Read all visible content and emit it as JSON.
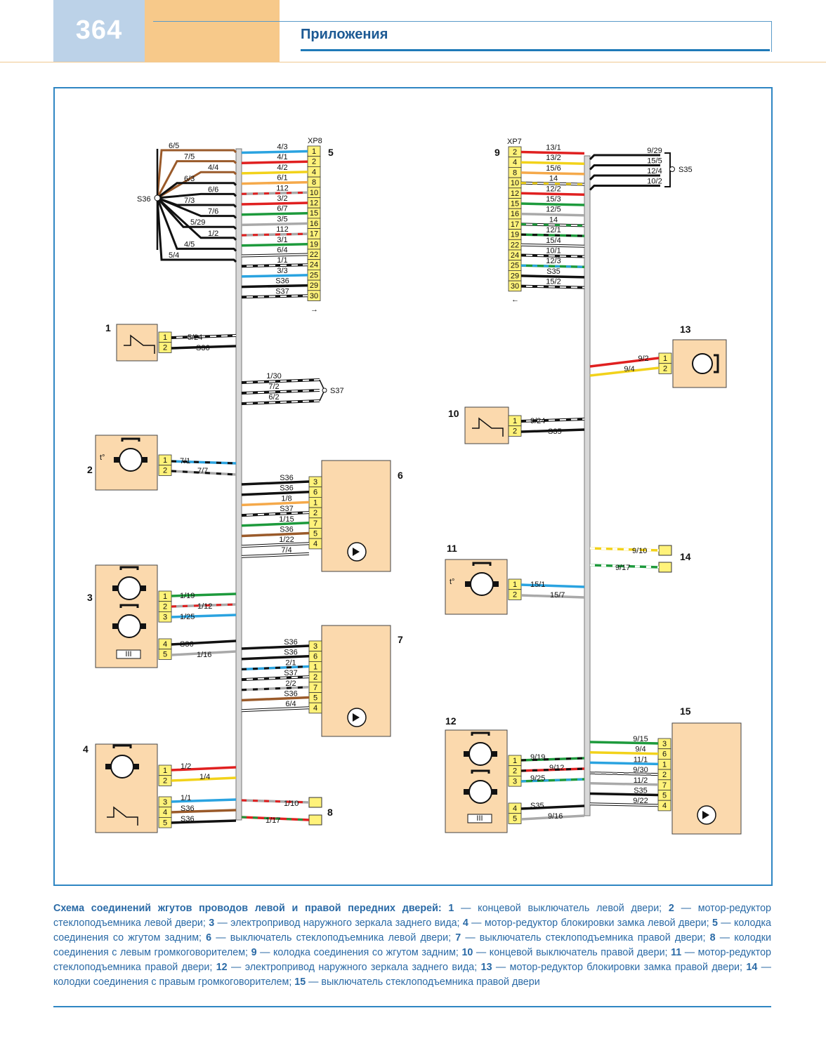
{
  "header": {
    "page_number": "364",
    "section_title": "Приложения"
  },
  "colors": {
    "blue": "#2aa3e0",
    "red": "#e02020",
    "yellow": "#f2d21a",
    "orange": "#f5a94a",
    "green": "#1d9a3c",
    "brown": "#9a5a2a",
    "black": "#111111",
    "grey": "#a9a9a9",
    "white": "#ffffff",
    "component_fill": "#fbd9ad",
    "pin_fill": "#fff27a",
    "harness_fill": "#d8d8d8"
  },
  "diagram": {
    "s36_fan": {
      "node": "S36",
      "labels": [
        "6/5",
        "7/5",
        "4/4",
        "6/3",
        "6/6",
        "7/3",
        "7/6",
        "5/29",
        "1/2",
        "4/5",
        "5/4"
      ]
    },
    "xp8": {
      "name": "XP8",
      "number": "5",
      "pins": [
        "1",
        "2",
        "4",
        "8",
        "10",
        "12",
        "15",
        "16",
        "17",
        "19",
        "22",
        "24",
        "25",
        "29",
        "30"
      ],
      "wires": [
        {
          "label": "4/3",
          "c": "blue"
        },
        {
          "label": "4/1",
          "c": "red"
        },
        {
          "label": "4/2",
          "c": "yellow"
        },
        {
          "label": "6/1",
          "c": "orange"
        },
        {
          "label": "112",
          "c": "grey",
          "s": "red"
        },
        {
          "label": "3/2",
          "c": "red"
        },
        {
          "label": "6/7",
          "c": "green"
        },
        {
          "label": "3/5",
          "c": "grey"
        },
        {
          "label": "112",
          "c": "grey",
          "s": "red"
        },
        {
          "label": "3/1",
          "c": "green"
        },
        {
          "label": "6/4",
          "c": "white"
        },
        {
          "label": "1/1",
          "c": "white",
          "s": "black"
        },
        {
          "label": "3/3",
          "c": "blue"
        },
        {
          "label": "S36",
          "c": "black"
        },
        {
          "label": "S37",
          "c": "white",
          "s": "black"
        }
      ],
      "arrow": "→"
    },
    "xp7": {
      "name": "XP7",
      "number": "9",
      "pins": [
        "2",
        "4",
        "8",
        "10",
        "12",
        "15",
        "16",
        "17",
        "19",
        "22",
        "24",
        "25",
        "29",
        "30"
      ],
      "wires": [
        {
          "label": "13/1",
          "c": "red"
        },
        {
          "label": "13/2",
          "c": "yellow"
        },
        {
          "label": "15/6",
          "c": "orange"
        },
        {
          "label": "14",
          "c": "white",
          "s": "yellow"
        },
        {
          "label": "12/2",
          "c": "red"
        },
        {
          "label": "15/3",
          "c": "green"
        },
        {
          "label": "12/5",
          "c": "grey"
        },
        {
          "label": "14",
          "c": "white",
          "s": "green"
        },
        {
          "label": "12/1",
          "c": "green",
          "s": "black"
        },
        {
          "label": "15/4",
          "c": "white"
        },
        {
          "label": "10/1",
          "c": "white",
          "s": "black"
        },
        {
          "label": "12/3",
          "c": "green",
          "s": "blue"
        },
        {
          "label": "S35",
          "c": "black"
        },
        {
          "label": "15/2",
          "c": "white",
          "s": "black"
        }
      ],
      "arrow": "←"
    },
    "s35_top": {
      "node": "S35",
      "labels": [
        "9/29",
        "15/5",
        "12/4",
        "10/2"
      ]
    },
    "s37_join": {
      "node": "S37",
      "labels": [
        "1/30",
        "7/2",
        "6/2"
      ]
    },
    "comp1": {
      "number": "1",
      "pins": [
        "1",
        "2"
      ],
      "wires": [
        "5/24",
        "S36"
      ]
    },
    "comp2": {
      "number": "2",
      "pins": [
        "1",
        "2"
      ],
      "wires": [
        "7/1",
        "7/7"
      ],
      "temp": "t°"
    },
    "comp3": {
      "number": "3",
      "pins": [
        "1",
        "2",
        "3",
        "4",
        "5"
      ],
      "wires": [
        "1/19",
        "1/12",
        "1/25",
        "S36",
        "1/16"
      ]
    },
    "comp4": {
      "number": "4",
      "pins": [
        "1",
        "2",
        "3",
        "4",
        "5"
      ],
      "wires": [
        "1/2",
        "1/4",
        "1/1",
        "S36",
        "S36"
      ]
    },
    "comp6": {
      "number": "6",
      "pins": [
        "3",
        "6",
        "1",
        "2",
        "7",
        "5",
        "4"
      ],
      "wires": [
        "S36",
        "S36",
        "1/8",
        "S37",
        "1/15",
        "S36",
        "1/22",
        "7/4"
      ]
    },
    "comp7": {
      "number": "7",
      "pins": [
        "3",
        "6",
        "1",
        "2",
        "7",
        "5",
        "4"
      ],
      "wires": [
        "S36",
        "S36",
        "2/1",
        "S37",
        "2/2",
        "S36",
        "6/4"
      ]
    },
    "comp8": {
      "number": "8",
      "wires": [
        "1/10",
        "1/17"
      ]
    },
    "comp10": {
      "number": "10",
      "pins": [
        "1",
        "2"
      ],
      "wires": [
        "9/24",
        "S35"
      ]
    },
    "comp11": {
      "number": "11",
      "pins": [
        "1",
        "2"
      ],
      "wires": [
        "15/1",
        "15/7"
      ],
      "temp": "t°"
    },
    "comp12": {
      "number": "12",
      "pins": [
        "1",
        "2",
        "3",
        "4",
        "5"
      ],
      "wires": [
        "9/19",
        "9/12",
        "9/25",
        "S35",
        "9/16"
      ]
    },
    "comp13": {
      "number": "13",
      "pins": [
        "1",
        "2"
      ],
      "wires": [
        "9/2",
        "9/4"
      ]
    },
    "comp14": {
      "number": "14",
      "wires": [
        "9/10",
        "9/17"
      ]
    },
    "comp15": {
      "number": "15",
      "pins": [
        "3",
        "6",
        "1",
        "2",
        "7",
        "5",
        "4"
      ],
      "wires": [
        "9/15",
        "9/4",
        "11/1",
        "9/30",
        "11/2",
        "S35",
        "9/22"
      ]
    }
  },
  "caption": {
    "title": "Схема соединений жгутов проводов левой и правой передних дверей:",
    "items": [
      {
        "n": "1",
        "text": "концевой выключатель левой двери;"
      },
      {
        "n": "2",
        "text": "мотор-редуктор стеклоподъемника левой двери;"
      },
      {
        "n": "3",
        "text": "электропривод наружного зеркала заднего вида;"
      },
      {
        "n": "4",
        "text": "мотор-редуктор блокировки замка левой двери;"
      },
      {
        "n": "5",
        "text": "колодка соединения со жгутом задним;"
      },
      {
        "n": "6",
        "text": "выключатель стеклоподъемника левой двери;"
      },
      {
        "n": "7",
        "text": "выключатель стеклоподъемника правой двери;"
      },
      {
        "n": "8",
        "text": "колодки соединения с левым громкоговорителем;"
      },
      {
        "n": "9",
        "text": "колодка соединения со жгутом задним;"
      },
      {
        "n": "10",
        "text": "концевой выключатель правой двери;"
      },
      {
        "n": "11",
        "text": "мотор-редуктор стеклоподъемника правой двери;"
      },
      {
        "n": "12",
        "text": "электропривод наружного зеркала заднего вида;"
      },
      {
        "n": "13",
        "text": "мотор-редуктор блокировки замка правой двери;"
      },
      {
        "n": "14",
        "text": "колодки соединения с правым громкоговорителем;"
      },
      {
        "n": "15",
        "text": "выключатель стеклоподъемника правой двери"
      }
    ]
  }
}
